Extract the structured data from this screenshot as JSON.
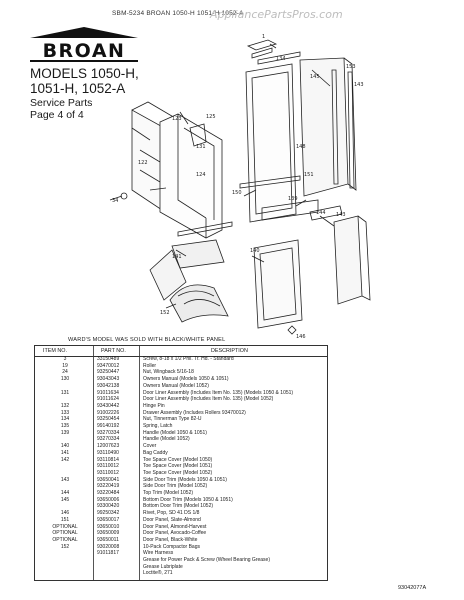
{
  "header": {
    "topline": "SBM-5234 BROAN 1050-H 1051-H 1052-A",
    "watermark": "AppliancePartsPros.com"
  },
  "brand": {
    "name": "BROAN"
  },
  "title": {
    "models": [
      "MODELS 1050-H,",
      "1051-H, 1052-A"
    ],
    "service": "Service Parts",
    "page": "Page 4 of 4"
  },
  "drawing_labels": [
    "1",
    "134",
    "145",
    "143",
    "153",
    "125",
    "123",
    "131",
    "122",
    "124",
    "148",
    "151",
    "34",
    "150",
    "139",
    "144",
    "143",
    "140",
    "141",
    "152",
    "146"
  ],
  "note": "WARD'S MODEL WAS SOLD WITH BLACK/WHITE PANEL",
  "table": {
    "headers": {
      "item": "ITEM NO.",
      "part": "PART NO.",
      "desc": "DESCRIPTION"
    },
    "rows": [
      {
        "item": "3",
        "part": "33150489",
        "desc": "Screw, 8-18 x 1/2 Phil. Tr. Hd. - Standard"
      },
      {
        "item": "19",
        "part": "93470012",
        "desc": "Roller"
      },
      {
        "item": "24",
        "part": "93250447",
        "desc": "Nut, Wingback 5/16-18"
      },
      {
        "item": "130",
        "part": "93043043",
        "desc": "Owners Manual (Models 1050 & 1051)"
      },
      {
        "item": "",
        "part": "93042138",
        "desc": "Owners Manual (Model 1052)"
      },
      {
        "item": "131",
        "part": "91011634",
        "desc": "Door Liner Assembly (Includes Item No. 135) (Models 1050 & 1051)"
      },
      {
        "item": "",
        "part": "91011624",
        "desc": "Door Liner Assembly (Includes Item No. 135) (Model 1052)"
      },
      {
        "item": "132",
        "part": "93430442",
        "desc": "Hinge Pin"
      },
      {
        "item": "133",
        "part": "91002226",
        "desc": "Drawer Assembly (Includes Rollers 93470012)"
      },
      {
        "item": "134",
        "part": "93250454",
        "desc": "Nut, Tinnerman Type 82-U"
      },
      {
        "item": "135",
        "part": "99140192",
        "desc": "Spring, Latch"
      },
      {
        "item": "139",
        "part": "93270334",
        "desc": "Handle (Model 1050 & 1051)"
      },
      {
        "item": "",
        "part": "93270334",
        "desc": "Handle (Model 1052)"
      },
      {
        "item": "140",
        "part": "12007623",
        "desc": "Cover"
      },
      {
        "item": "141",
        "part": "93110490",
        "desc": "Bag Caddy"
      },
      {
        "item": "142",
        "part": "93110814",
        "desc": "Toe Space Cover (Model 1050)"
      },
      {
        "item": "",
        "part": "93110012",
        "desc": "Toe Space Cover (Model 1051)"
      },
      {
        "item": "",
        "part": "93110012",
        "desc": "Toe Space Cover (Model 1052)"
      },
      {
        "item": "143",
        "part": "93650041",
        "desc": "Side Door Trim (Models 1050 & 1051)"
      },
      {
        "item": "",
        "part": "93220419",
        "desc": "Side Door Trim (Model 1052)"
      },
      {
        "item": "144",
        "part": "93220484",
        "desc": "Top Trim (Model 1052)"
      },
      {
        "item": "145",
        "part": "93650006",
        "desc": "Bottom Door Trim (Models 1050 & 1051)"
      },
      {
        "item": "",
        "part": "93300420",
        "desc": "Bottom Door Trim (Model 1052)"
      },
      {
        "item": "146",
        "part": "99250342",
        "desc": "Rivet, Pop, SD 41 DS 1/8"
      },
      {
        "item": "151",
        "part": "93650017",
        "desc": "Door Panel, Slate-Almond"
      },
      {
        "item": "OPTIONAL",
        "part": "93650010",
        "desc": "Door Panel, Almond-Harvest"
      },
      {
        "item": "OPTIONAL",
        "part": "93650009",
        "desc": "Door Panel, Avocado-Coffee"
      },
      {
        "item": "OPTIONAL",
        "part": "93650011",
        "desc": "Door Panel, Black-White"
      },
      {
        "item": "152",
        "part": "93020008",
        "desc": "10-Pack Compactor Bags"
      },
      {
        "item": "",
        "part": "91011817",
        "desc": "Wire Harness"
      },
      {
        "item": "",
        "part": "",
        "desc": "Grease for Power Pack & Screw (Wheel Bearing Grease)"
      },
      {
        "item": "",
        "part": "",
        "desc": "Grease Lubriplate"
      },
      {
        "item": "",
        "part": "",
        "desc": "Loctite®, 271"
      }
    ]
  },
  "footer": {
    "docno": "93042077A"
  }
}
